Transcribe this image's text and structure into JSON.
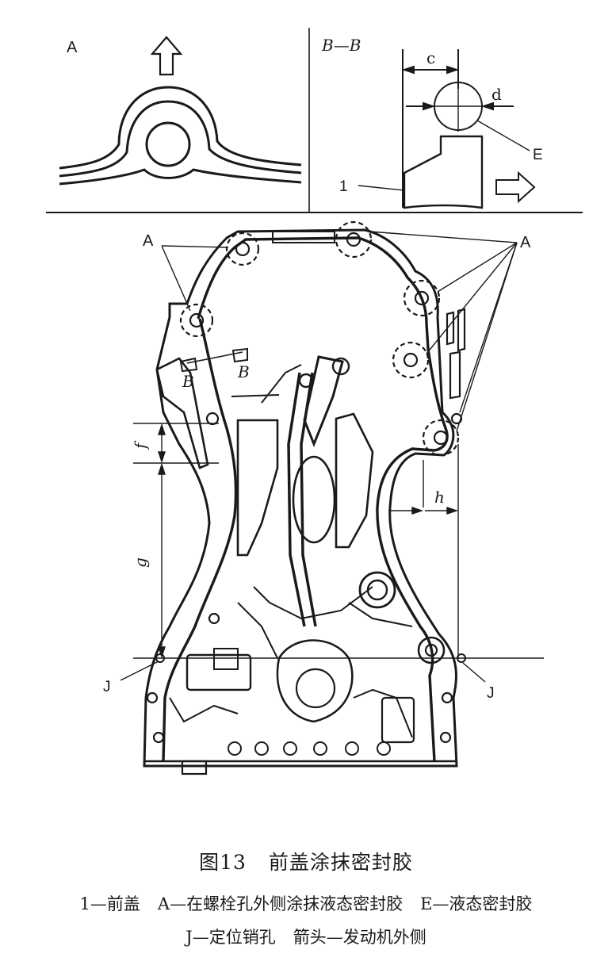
{
  "figure": {
    "number": "图13",
    "title": "前盖涂抹密封胶"
  },
  "detail_a": {
    "label": "A"
  },
  "section_bb": {
    "title": "B—B",
    "labels": {
      "c": "c",
      "d": "d",
      "e": "E",
      "part": "1"
    }
  },
  "main_view": {
    "labels": {
      "a_left": "A",
      "a_right": "A",
      "b_section": "B",
      "b_arrow": "B",
      "f": "f",
      "g": "g",
      "h": "h",
      "j_left": "J",
      "j_right": "J"
    }
  },
  "legend": {
    "line1": [
      "1—前盖",
      "A—在螺栓孔外侧涂抹液态密封胶",
      "E—液态密封胶"
    ],
    "line2": [
      "J—定位销孔",
      "箭头—发动机外侧"
    ]
  }
}
